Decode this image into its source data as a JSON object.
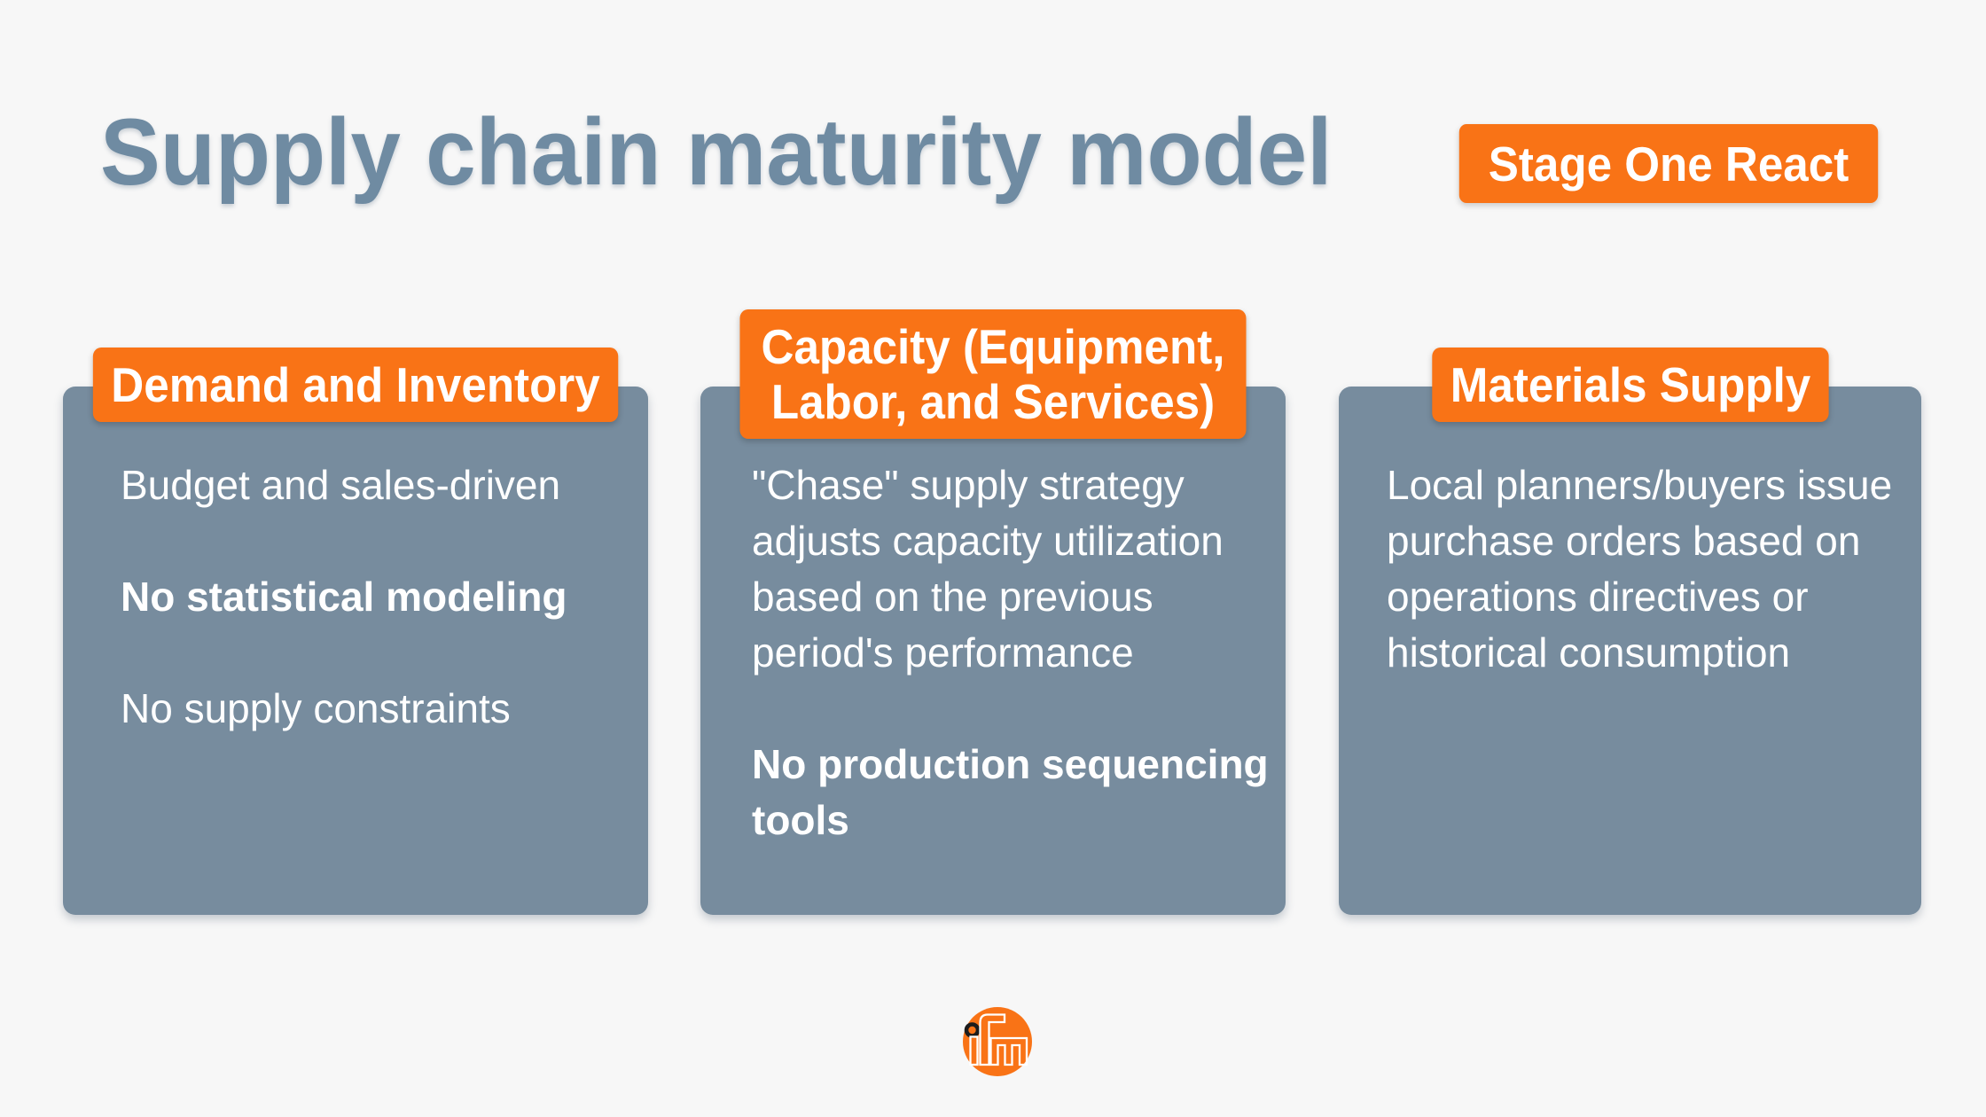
{
  "colors": {
    "background": "#f7f7f7",
    "accent-orange": "#f97316",
    "card-slate": "#778c9e",
    "title-slate": "#6f8ba2",
    "text-white": "#ffffff",
    "logo-ring-black": "#1c1c1c"
  },
  "header": {
    "title": "Supply chain maturity model",
    "stage_badge": "Stage One React"
  },
  "cards": [
    {
      "header": "Demand and Inventory",
      "paragraphs": [
        {
          "text": "Budget and sales-driven",
          "bold": false
        },
        {
          "text": "No statistical modeling",
          "bold": true
        },
        {
          "text": "No supply constraints",
          "bold": false
        }
      ]
    },
    {
      "header": "Capacity (Equipment, Labor, and Services)",
      "paragraphs": [
        {
          "text": "\"Chase\" supply strategy adjusts capacity utilization based on the previous period's performance",
          "bold": false
        },
        {
          "text": "No production sequencing tools",
          "bold": true
        }
      ]
    },
    {
      "header": "Materials Supply",
      "paragraphs": [
        {
          "text": "Local planners/buyers issue purchase orders based on operations directives or historical consumption",
          "bold": false
        }
      ]
    }
  ],
  "footer": {
    "logo": "ifm-logo"
  }
}
